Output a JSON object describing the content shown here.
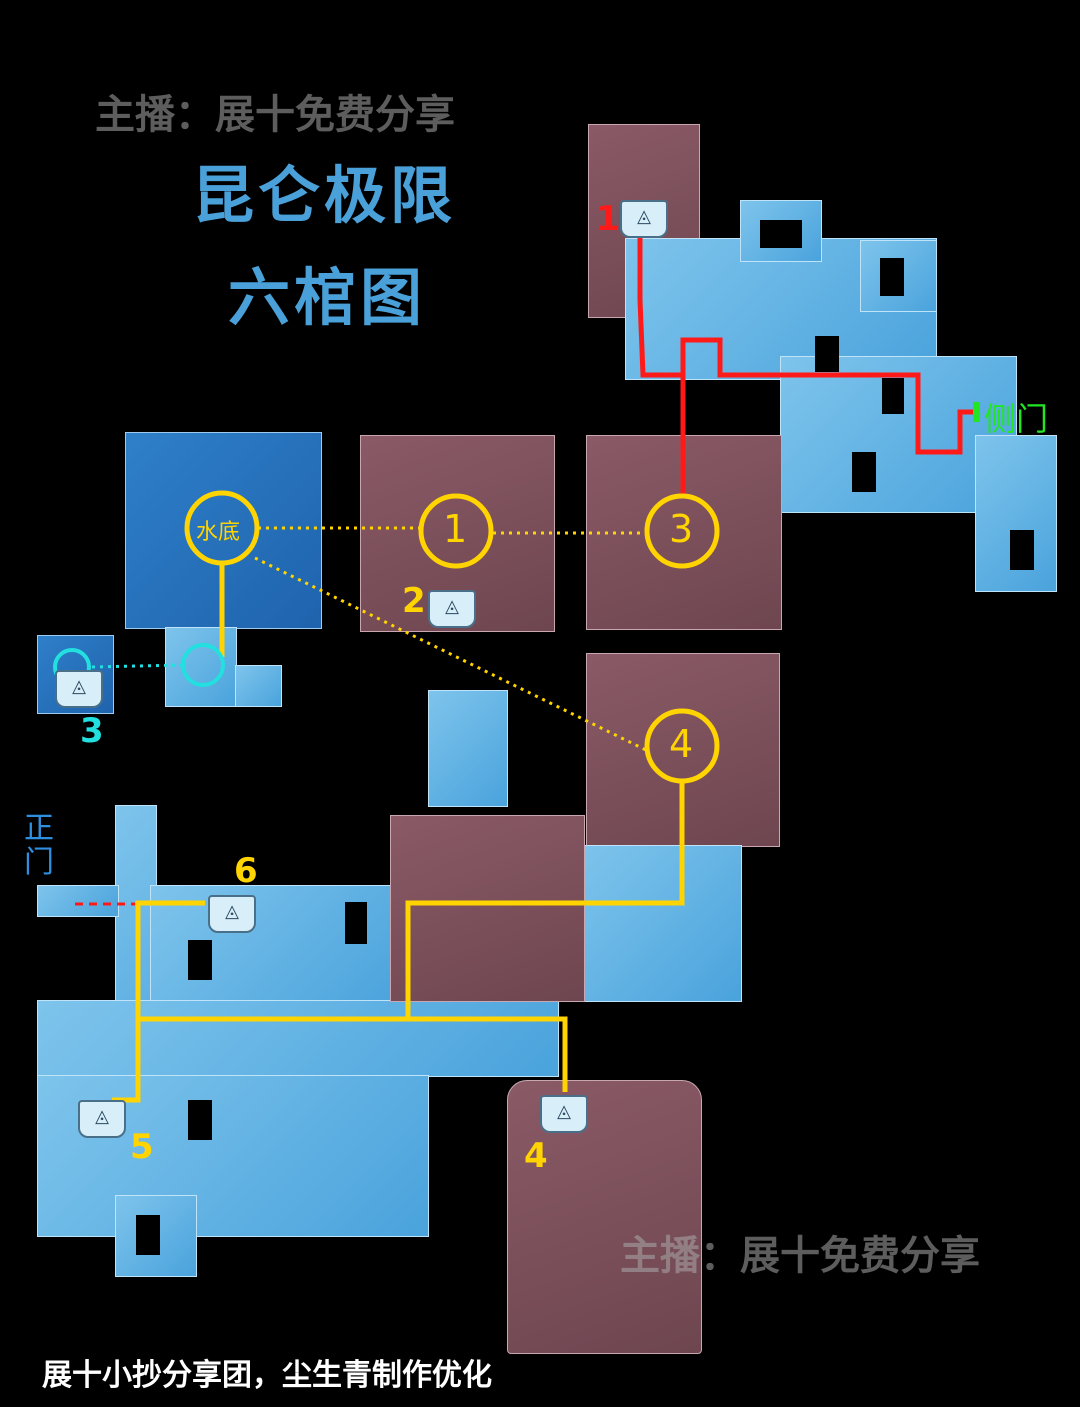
{
  "title": {
    "line1": "昆仑极限",
    "line2": "六棺图"
  },
  "watermark": "主播：展十免费分享",
  "caption": "展十小抄分享团，尘生青制作优化",
  "labels": {
    "water": "水底",
    "side_door": "侧门",
    "main_door": "正门"
  },
  "circles": {
    "c1": "1",
    "c3": "3",
    "c4": "4"
  },
  "coffins": {
    "n1": "1",
    "n2": "2",
    "n3": "3",
    "n4": "4",
    "n5": "5",
    "n6": "6"
  },
  "colors": {
    "route_red": "#ff1a1a",
    "route_yellow": "#ffd400",
    "cyan": "#22e0e0",
    "side_door": "#22e622",
    "title": "#4aa0d8"
  },
  "icons": {
    "coffin": "coffin-chest-icon"
  }
}
